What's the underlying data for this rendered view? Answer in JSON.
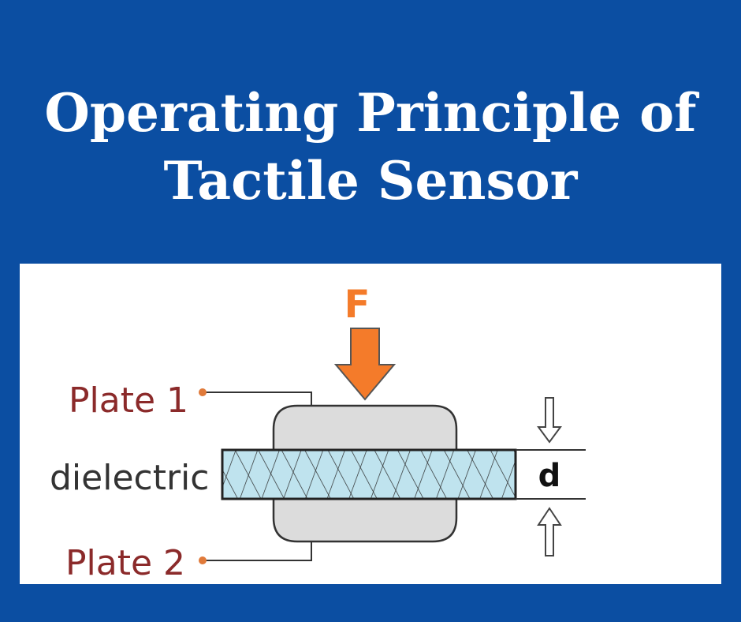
{
  "header": {
    "title_line1": "Operating Principle  of",
    "title_line2": "Tactile Sensor"
  },
  "diagram": {
    "force_label": "F",
    "plate1_label": "Plate 1",
    "plate2_label": "Plate 2",
    "dielectric_label": "dielectric",
    "gap_label": "d"
  },
  "colors": {
    "background": "#0b4ea2",
    "force_arrow": "#f47b2a",
    "plate_label": "#8b2a2a",
    "plate_fill": "#dcdcdc",
    "dielectric_fill": "#bfe3ee"
  }
}
